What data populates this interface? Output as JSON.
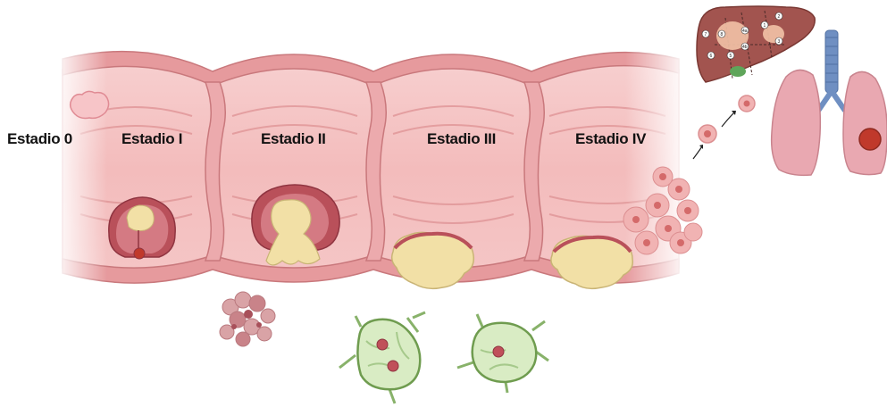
{
  "stages": [
    {
      "label": "Estadio 0"
    },
    {
      "label": "Estadio I"
    },
    {
      "label": "Estadio II"
    },
    {
      "label": "Estadio III"
    },
    {
      "label": "Estadio IV"
    }
  ],
  "liver_segments": [
    "1",
    "2",
    "3",
    "4a",
    "4b",
    "5",
    "6",
    "7",
    "8"
  ],
  "colors": {
    "colon_wall": "#f2b9b9",
    "colon_fold": "#e79d9f",
    "colon_rim": "#d98d90",
    "tumor_outer": "#b9505a",
    "tumor_core": "#f2e0a6",
    "lymph_node": "#d9ecc4",
    "liver": "#a2544f",
    "lung": "#e9a8b1",
    "trachea": "#6f8fc2",
    "metastasis": "#c0392b"
  },
  "icons": [
    "colon-icon",
    "tumor-icon",
    "lymph-node-icon",
    "liver-icon",
    "lungs-icon",
    "circulating-cell-icon"
  ]
}
